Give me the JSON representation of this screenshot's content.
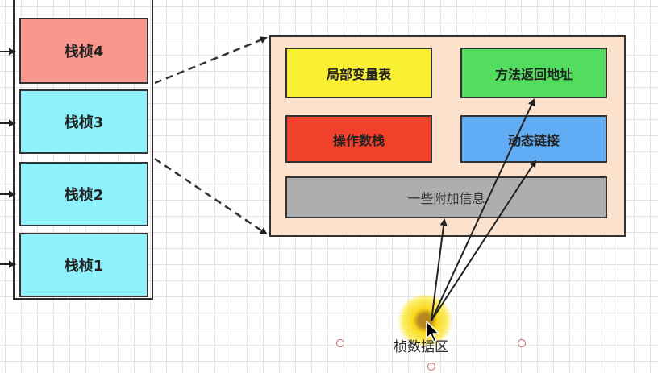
{
  "stack": {
    "frames": [
      "栈桢4",
      "栈桢3",
      "栈桢2",
      "栈桢1"
    ],
    "frame_colors": [
      "#f8978e",
      "#8ef1fb",
      "#8ef1fb",
      "#8ef1fb"
    ]
  },
  "frame_detail": {
    "local_vars": "局部变量表",
    "return_address": "方法返回地址",
    "operand_stack": "操作数栈",
    "dynamic_link": "动态链接",
    "extra_info": "一些附加信息",
    "colors": {
      "background": "#fce2cc",
      "local_vars": "#faf032",
      "return_address": "#52dd5e",
      "operand_stack": "#f0412b",
      "dynamic_link": "#61adf5",
      "extra_info": "#aeaeae"
    }
  },
  "caption": "桢数据区",
  "icons": [
    "mouse-cursor-icon",
    "cursor-highlight"
  ]
}
